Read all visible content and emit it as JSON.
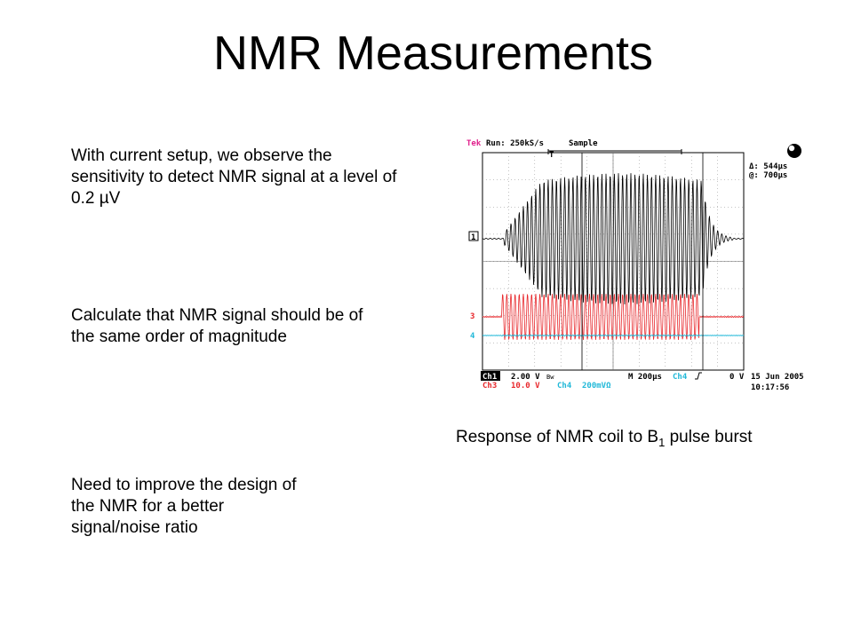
{
  "slide": {
    "title": "NMR Measurements",
    "paragraphs": [
      "With current setup, we observe the sensitivity to detect NMR signal at a level of 0.2 µV",
      "Calculate that NMR signal should be of the same order of magnitude",
      "Need to improve the design of the NMR for a better signal/noise ratio"
    ],
    "caption_prefix": "Response of NMR coil to B",
    "caption_sub": "1",
    "caption_suffix": " pulse burst"
  },
  "scope": {
    "brand": "Tek",
    "run": "Run: 250kS/s",
    "mode": "Sample",
    "trigger_marker": "T",
    "delta_readout": "Δ: 544μs",
    "at_readout": "@: 700μs",
    "ch1_marker": "1",
    "ch3_marker": "3",
    "ch4_marker": "4",
    "ch1_label": "Ch1",
    "ch1_scale": "2.00 V",
    "ch1_icon": "Bw",
    "ch3_label": "Ch3",
    "ch3_scale": "10.0 V",
    "ch4_label": "Ch4",
    "ch4_scale": "200mVΩ",
    "timebase": "M  200μs",
    "trig_source": "Ch4",
    "trig_level": "0 V",
    "date": "15 Jun 2005",
    "time": "10:17:56",
    "colors": {
      "tek": "#e0208c",
      "ch1": "#000000",
      "ch3": "#e8282c",
      "ch4": "#20b8d8",
      "grid": "#888888"
    }
  }
}
